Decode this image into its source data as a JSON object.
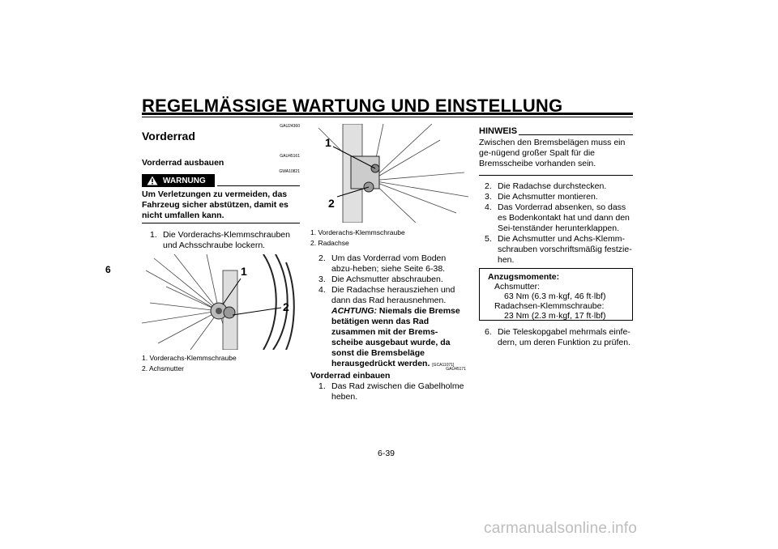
{
  "header": {
    "title": "REGELMÄSSIGE WARTUNG UND EINSTELLUNG",
    "chapter": "6"
  },
  "left": {
    "code1": "GAU24360",
    "section_title": "Vorderrad",
    "code2": "GAU45161",
    "subtitle": "Vorderrad ausbauen",
    "code3": "GWA10821",
    "warning_label": "WARNUNG",
    "warning_text": "Um Verletzungen zu vermeiden, das Fahrzeug sicher abstützen, damit es nicht umfallen kann.",
    "step1_num": "1.",
    "step1_text": "Die Vorderachs-Klemmschrauben und Achsschraube lockern.",
    "photo_callouts": [
      "1",
      "2"
    ],
    "captions": [
      "1. Vorderachs-Klemmschraube",
      "2. Achsmutter"
    ]
  },
  "middle": {
    "photo_callouts": [
      "1",
      "2"
    ],
    "captions": [
      "1. Vorderachs-Klemmschraube",
      "2. Radachse"
    ],
    "steps": [
      {
        "num": "2.",
        "text": "Um das Vorderrad vom Boden abzu-heben; siehe Seite 6-38."
      },
      {
        "num": "3.",
        "text": "Die Achsmutter abschrauben."
      }
    ],
    "step4_num": "4.",
    "step4_text": "Die Radachse herausziehen und dann das Rad herausnehmen.",
    "step4_caution_label": "ACHTUNG:",
    "step4_caution_text": "Niemals die Bremse betätigen wenn das Rad zusammen mit der Brems-scheibe ausgebaut wurde, da sonst die Bremsbeläge herausgedrückt werden.",
    "step4_code": "[GCA11071]",
    "code4": "GAU45171",
    "subtitle2": "Vorderrad einbauen",
    "install_step1_num": "1.",
    "install_step1_text": "Das Rad zwischen die Gabelholme heben."
  },
  "right": {
    "hinweis_label": "HINWEIS",
    "hinweis_text": "Zwischen den Bremsbelägen muss ein ge-nügend großer Spalt für die Bremsscheibe vorhanden sein.",
    "steps": [
      {
        "num": "2.",
        "text": "Die Radachse durchstecken."
      },
      {
        "num": "3.",
        "text": "Die Achsmutter montieren."
      },
      {
        "num": "4.",
        "text": "Das Vorderrad absenken, so dass es Bodenkontakt hat und dann den Sei-tenständer herunterklappen."
      },
      {
        "num": "5.",
        "text": "Die Achsmutter und Achs-Klemm-schrauben vorschriftsmäßig festzie-hen."
      }
    ],
    "torque": {
      "title": "Anzugsmomente:",
      "item1": "Achsmutter:",
      "value1": "63 Nm (6.3 m·kgf, 46 ft·lbf)",
      "item2": "Radachsen-Klemmschraube:",
      "value2": "23 Nm (2.3 m·kgf, 17 ft·lbf)"
    },
    "step6_num": "6.",
    "step6_text": "Die Teleskopgabel mehrmals einfe-dern, um deren Funktion zu prüfen."
  },
  "footer": {
    "page": "6-39",
    "watermark": "carmanualsonline.info"
  }
}
